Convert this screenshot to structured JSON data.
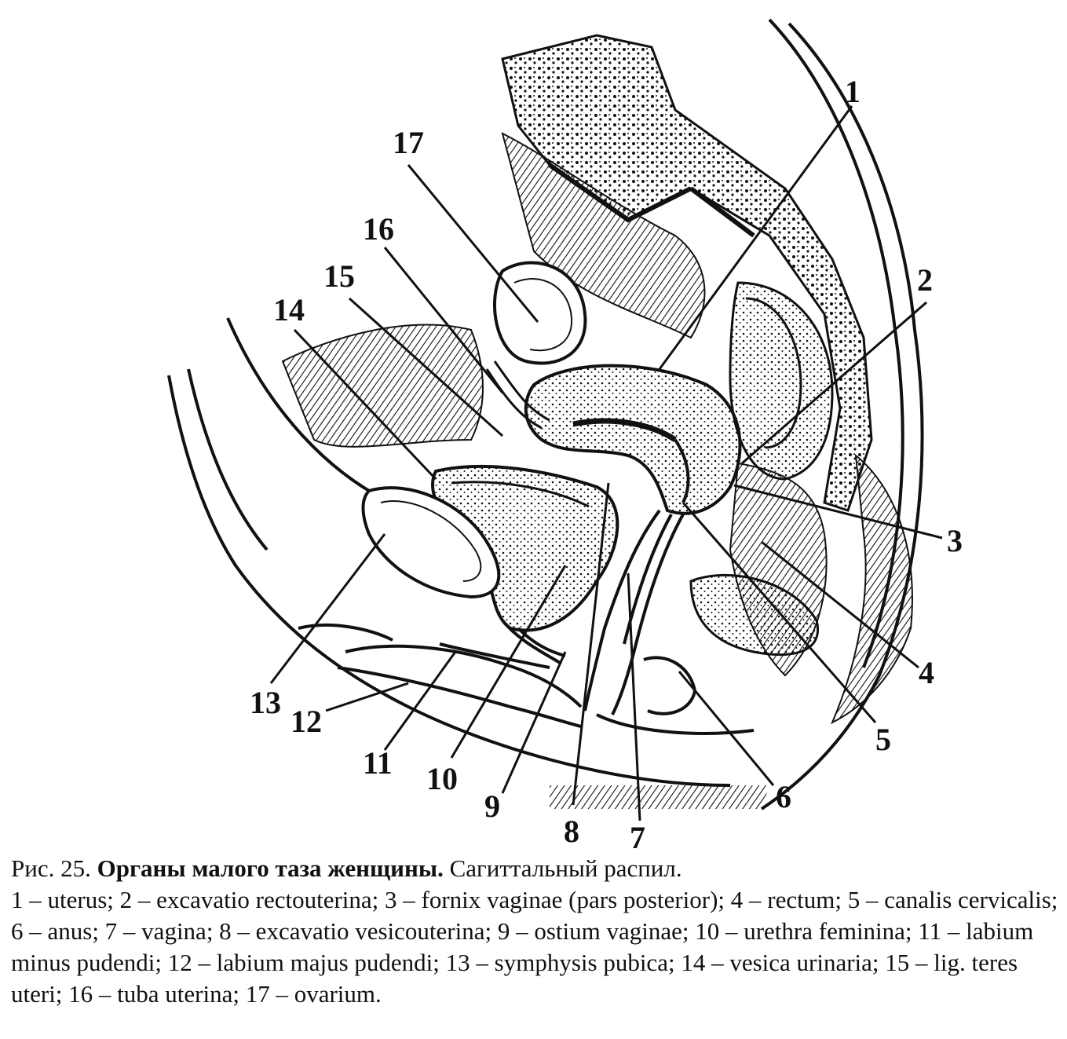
{
  "labels": [
    {
      "id": 1,
      "text": "1"
    },
    {
      "id": 2,
      "text": "2"
    },
    {
      "id": 3,
      "text": "3"
    },
    {
      "id": 4,
      "text": "4"
    },
    {
      "id": 5,
      "text": "5"
    },
    {
      "id": 6,
      "text": "6"
    },
    {
      "id": 7,
      "text": "7"
    },
    {
      "id": 8,
      "text": "8"
    },
    {
      "id": 9,
      "text": "9"
    },
    {
      "id": 10,
      "text": "10"
    },
    {
      "id": 11,
      "text": "11"
    },
    {
      "id": 12,
      "text": "12"
    },
    {
      "id": 13,
      "text": "13"
    },
    {
      "id": 14,
      "text": "14"
    },
    {
      "id": 15,
      "text": "15"
    },
    {
      "id": 16,
      "text": "16"
    },
    {
      "id": 17,
      "text": "17"
    }
  ],
  "caption": {
    "fig": "Рис. 25.",
    "title": "Органы малого таза женщины.",
    "subtitle": "Сагиттальный распил.",
    "legend": "1 – uterus; 2 – excavatio rectouterina; 3 – fornix vaginae (pars posterior); 4 – rectum; 5 – canalis cervicalis; 6 – anus; 7 – vagina; 8 – excavatio vesicouterina; 9 – ostium vaginae; 10 – urethra feminina; 11 – labium minus pudendi; 12 – labium majus pudendi; 13 – symphysis pubica; 14 – vesica urinaria; 15 – lig. teres uteri; 16 – tuba uterina; 17 – ovarium."
  }
}
